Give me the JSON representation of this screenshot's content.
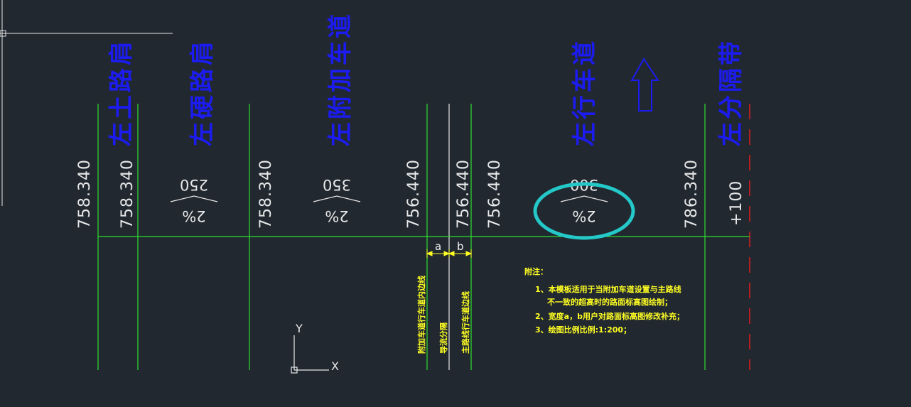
{
  "elevations": {
    "e1": "758.340",
    "e2": "758.340",
    "e3": "758.340",
    "e4": "756.440",
    "e5": "756.440",
    "e6": "756.440",
    "e7": "786.340",
    "e8": "+100"
  },
  "lanes": {
    "l1": "左土路肩",
    "l2": "左硬路肩",
    "l3": "左附加车道",
    "l4": "左行车道",
    "l5": "左分隔带"
  },
  "widths": {
    "w1": "250",
    "w2": "350",
    "w3": "300"
  },
  "slopes": {
    "s1": "2%",
    "s2": "2%",
    "s3": "2%"
  },
  "dims": {
    "a": "a",
    "b": "b"
  },
  "line_labels": {
    "aux_inner": "附加车道行车道内边线",
    "separator": "导流分隔",
    "main_outer": "主路线行车道边线"
  },
  "notes": {
    "title": "附注：",
    "n1a": "1、本模板适用于当附加车道设置与主路线",
    "n1b": "不一致的超高时的路面标高图绘制；",
    "n2": "2、宽度a，b用户对路面标高图修改补充；",
    "n3": "3、绘图比例比例:1:200；"
  },
  "ucs": {
    "x": "X",
    "y": "Y"
  },
  "colors": {
    "background": "#212830",
    "green_lines": "#2ee02e",
    "lane_text": "#1c1cf0",
    "highlight_ellipse": "#25c8c8",
    "annotation_yellow": "#ffff22",
    "red_dashed": "#e01e1e"
  }
}
